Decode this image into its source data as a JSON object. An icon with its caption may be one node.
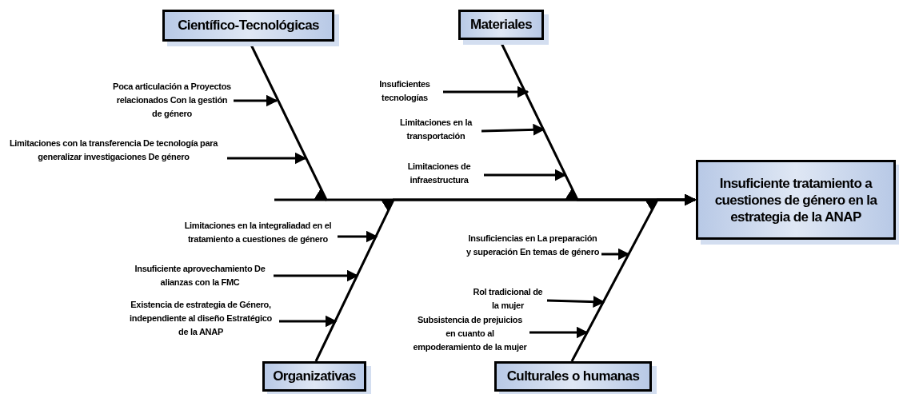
{
  "diagram": {
    "nodes": [
      {
        "text": [
          "Científico-Tecnológicas"
        ]
      },
      {
        "text": [
          "Materiales"
        ]
      },
      {
        "text": [
          "Insuficiente tratamiento a cuestiones de género en la estrategia de la ANAP"
        ]
      },
      {
        "text": [
          "Organizativas"
        ]
      },
      {
        "text": [
          "Culturales o humanas"
        ]
      },
      {
        "text": [
          "Poca articulación a Proyectos relacionados Con la gestión de género"
        ]
      },
      {
        "text": [
          "Limitaciones con la transferencia De tecnología para generalizar investigaciones De género"
        ]
      },
      {
        "text": [
          "Insuficientes tecnologías"
        ]
      },
      {
        "text": [
          "Limitaciones en la transportación"
        ]
      },
      {
        "text": [
          "Limitaciones de infraestructura"
        ]
      },
      {
        "text": [
          "Limitaciones en la integraliadad en el tratamiento a cuestiones de género"
        ]
      },
      {
        "text": [
          "Insuficiente aprovechamiento De alianzas con la FMC"
        ]
      },
      {
        "text": [
          "Existencia de estrategia de Género, independiente al diseño Estratégico de la ANAP"
        ]
      },
      {
        "text": [
          "Insuficiencias en La preparación y superación En temas de género"
        ]
      },
      {
        "text": [
          "Rol tradicional de la mujer"
        ]
      },
      {
        "text": [
          "Subsistencia de prejuicios en cuanto al empoderamiento de la mujer"
        ]
      }
    ],
    "edges": [
      {
        "from": 0,
        "to": 2,
        "arrow": "to"
      },
      {
        "from": 1,
        "to": 2,
        "arrow": "to"
      },
      {
        "from": 3,
        "to": 2,
        "arrow": "to"
      },
      {
        "from": 4,
        "to": 2,
        "arrow": "to"
      },
      {
        "from": 5,
        "to": null,
        "arrow": "to"
      },
      {
        "from": 6,
        "to": null,
        "arrow": "to"
      },
      {
        "from": 7,
        "to": null,
        "arrow": "to"
      },
      {
        "from": 8,
        "to": null,
        "arrow": "to"
      },
      {
        "from": 9,
        "to": null,
        "arrow": "to"
      },
      {
        "from": 10,
        "to": null,
        "arrow": "to"
      },
      {
        "from": 11,
        "to": null,
        "arrow": "to"
      },
      {
        "from": 12,
        "to": null,
        "arrow": "to"
      },
      {
        "from": 13,
        "to": null,
        "arrow": "to"
      },
      {
        "from": 14,
        "to": null,
        "arrow": "to"
      },
      {
        "from": 15,
        "to": null,
        "arrow": "to"
      }
    ]
  }
}
